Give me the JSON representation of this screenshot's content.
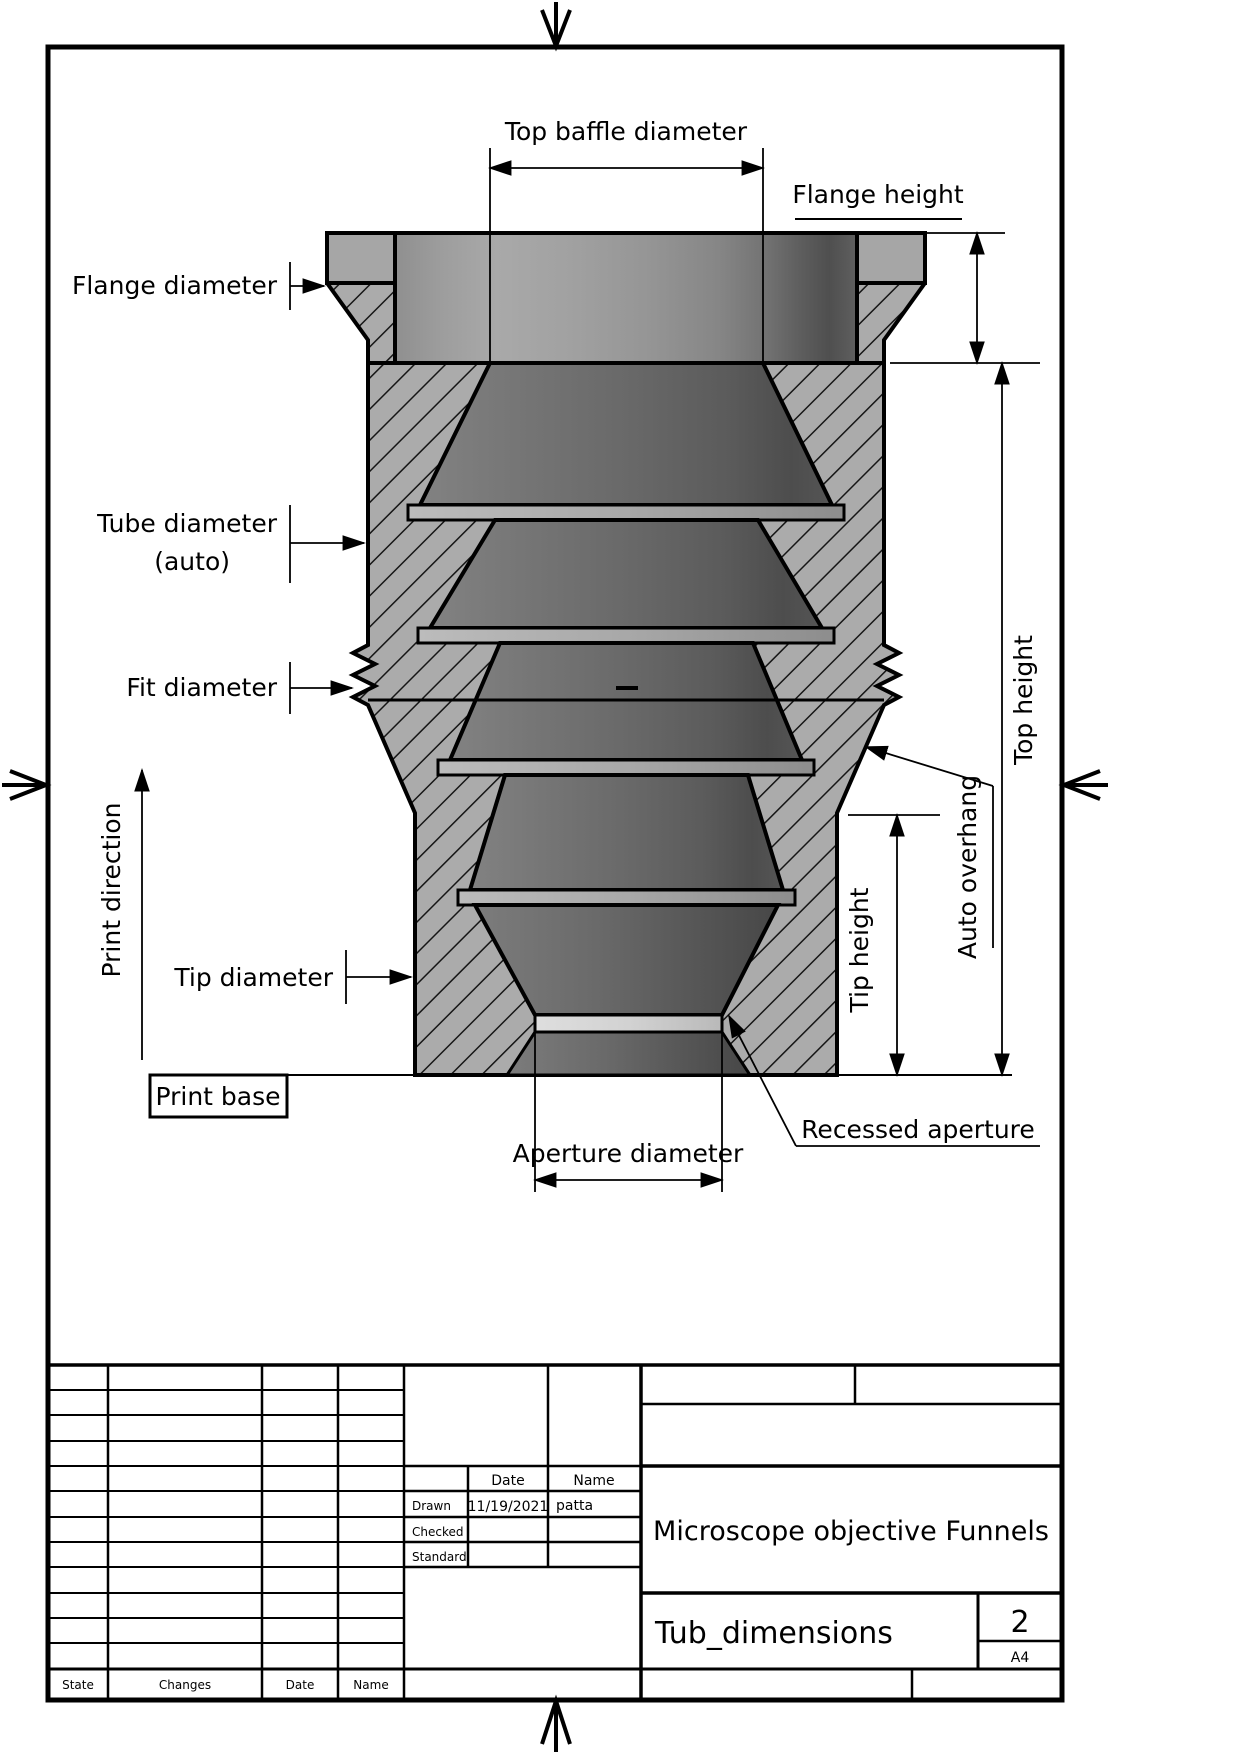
{
  "drawing": {
    "labels": {
      "top_baffle_diameter": "Top baffle diameter",
      "flange_height": "Flange height",
      "flange_diameter": "Flange diameter",
      "tube_diameter_line1": "Tube diameter",
      "tube_diameter_line2": "(auto)",
      "fit_diameter": "Fit diameter",
      "print_direction": "Print direction",
      "print_base": "Print base",
      "tip_diameter": "Tip diameter",
      "aperture_diameter": "Aperture diameter",
      "recessed_aperture": "Recessed aperture",
      "tip_height": "Tip height",
      "auto_overhang": "Auto overhang",
      "top_height": "Top height"
    },
    "colors": {
      "wall_gray": "#ababab",
      "line_black": "#000000",
      "cone_dark": "#5a5a5a",
      "ledge_light": "#b5b5b5",
      "aperture_face": "#d6d6d6"
    }
  },
  "title_block": {
    "signature": {
      "date_header": "Date",
      "name_header": "Name",
      "drawn_label": "Drawn",
      "drawn_date": "11/19/2021",
      "drawn_name": "patta",
      "checked_label": "Checked",
      "standard_label": "Standard"
    },
    "revision": {
      "state": "State",
      "changes": "Changes",
      "date": "Date",
      "name": "Name"
    },
    "project_title": "Microscope objective Funnels",
    "sheet_title": "Tub_dimensions",
    "sheet_number": "2",
    "paper_format": "A4"
  }
}
